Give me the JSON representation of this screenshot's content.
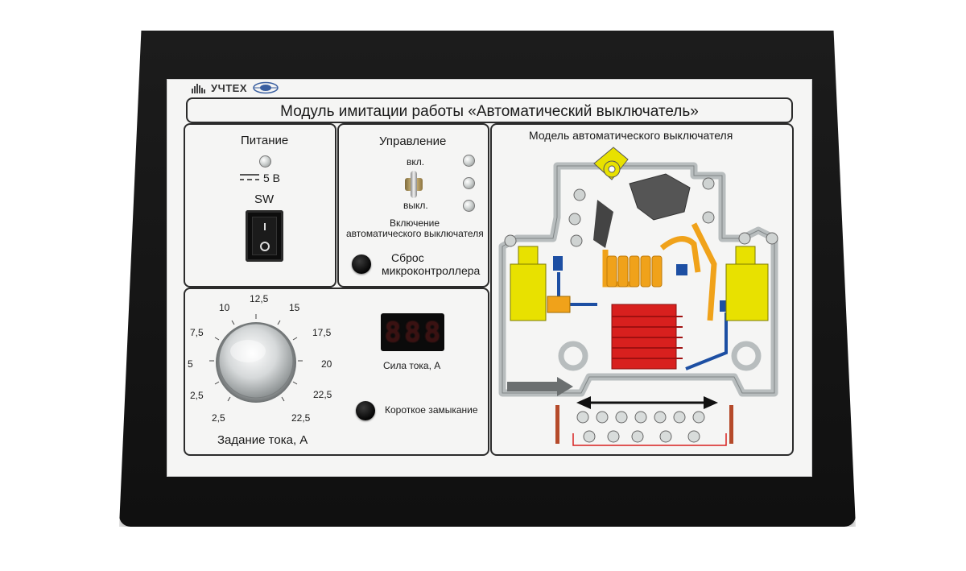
{
  "logo": {
    "text": "УЧТЕХ"
  },
  "title": "Модуль имитации работы «Автоматический выключатель»",
  "power": {
    "heading": "Питание",
    "voltage": "5 В",
    "switch_label": "SW"
  },
  "control": {
    "heading": "Управление",
    "on_label": "вкл.",
    "off_label": "выкл.",
    "enable_line1": "Включение",
    "enable_line2": "автоматического выключателя",
    "reset_line1": "Сброс",
    "reset_line2": "микроконтроллера"
  },
  "current": {
    "scale": [
      "2,5",
      "5",
      "7,5",
      "10",
      "12,5",
      "15",
      "17,5",
      "20",
      "22,5",
      "22,5",
      "2,5"
    ],
    "setting_label": "Задание тока, А",
    "display_value": [
      "8",
      "8",
      "8"
    ],
    "display_label": "Сила тока, А",
    "short_circuit_label": "Короткое замыкание"
  },
  "model": {
    "heading": "Модель автоматического выключателя"
  },
  "colors": {
    "case": "#141414",
    "panel": "#f5f5f4",
    "yellow": "#e8e100",
    "orange": "#f0a21a",
    "red": "#d8201e",
    "blue": "#1d4fa3",
    "grey_body": "#b8bdbe"
  }
}
